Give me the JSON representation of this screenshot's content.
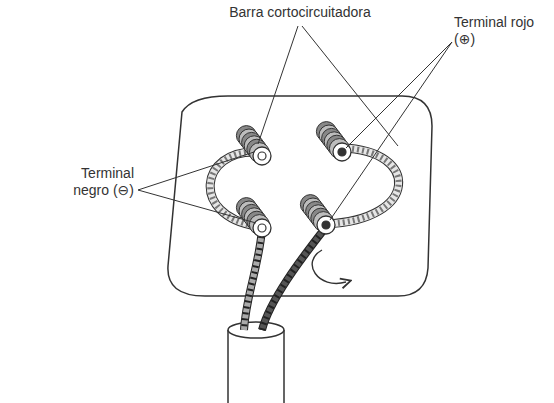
{
  "diagram": {
    "labels": [
      "Barra cortocircuitadora",
      "Terminal rojo (⊕)",
      "Terminal negro (⊖)"
    ]
  }
}
